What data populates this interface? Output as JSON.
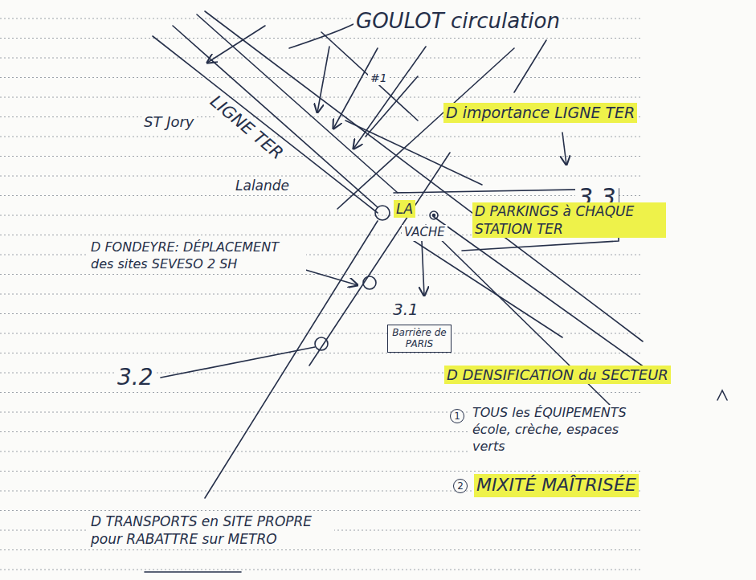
{
  "diagram": {
    "nodes": [
      {
        "text": [
          "Barrière de PARIS"
        ]
      }
    ],
    "labels": [
      "GOULOT circulation",
      "LIGNE TER",
      "#1",
      "ST Jory",
      "D importance LIGNE TER",
      "3.3",
      "Lalande",
      "LA",
      "VACHE",
      "D PARKINGS à CHAQUE STATION TER",
      "D FONDEYRE: DÉPLACEMENT des sites SEVESO 2 SH",
      "3.1",
      "3.2",
      "D DENSIFICATION du SECTEUR",
      "1",
      "TOUS les ÉQUIPEMENTS école, crèche, espaces verts",
      "2",
      "MIXITÉ MAÎTRISÉE",
      "D TRANSPORTS en SITE PROPRE pour RABATTRE sur METRO"
    ]
  }
}
